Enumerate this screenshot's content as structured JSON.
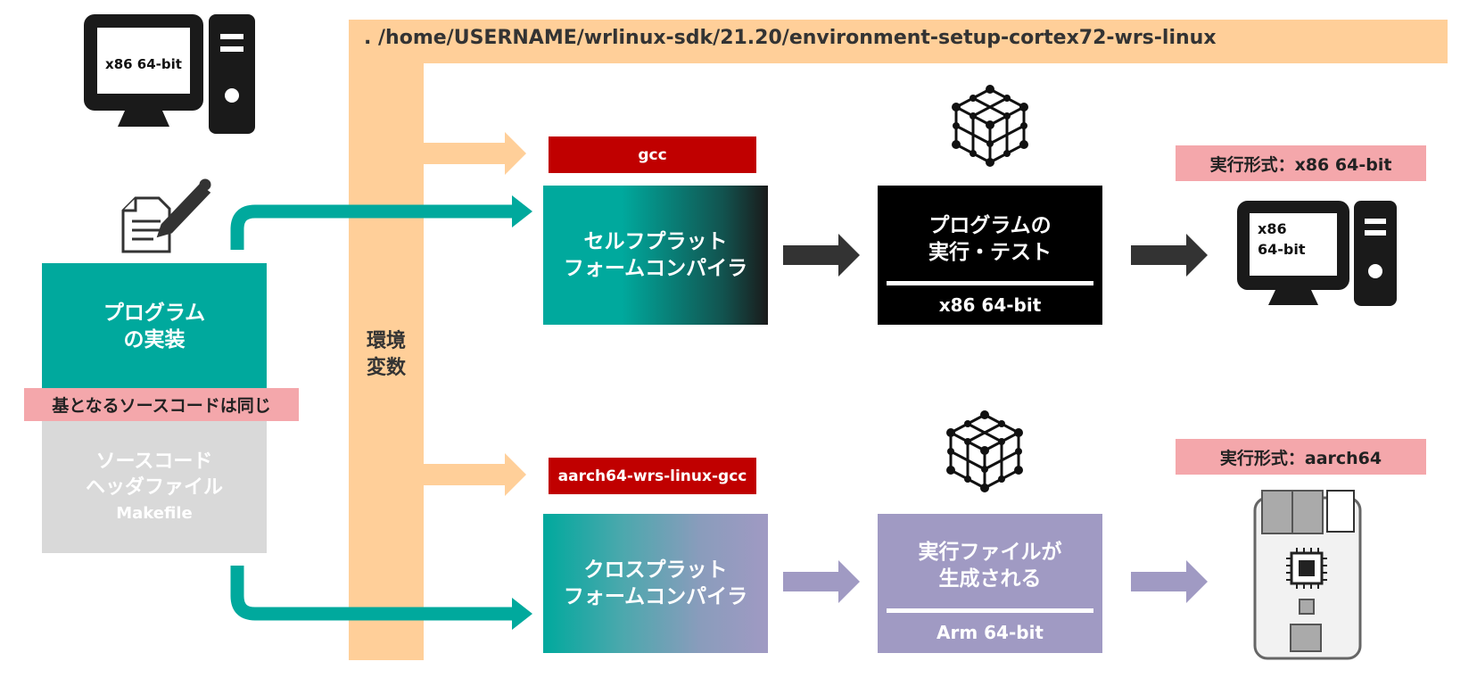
{
  "env": {
    "command": ". /home/USERNAME/wrlinux-sdk/21.20/environment-setup-cortex72-wrs-linux",
    "variable_label": "環境\n変数"
  },
  "host_pc": {
    "label": "x86 64-bit"
  },
  "source": {
    "impl_label": "プログラム\nの実装",
    "same_source_label": "基となるソースコードは同じ",
    "items": [
      "ソースコード",
      "ヘッダファイル",
      "Makefile"
    ]
  },
  "compilers": {
    "self": {
      "tool": "gcc",
      "label": "セルフプラット\nフォームコンパイラ"
    },
    "cross": {
      "tool": "aarch64-wrs-linux-gcc",
      "label": "クロスプラット\nフォームコンパイラ"
    }
  },
  "results": {
    "self": {
      "title": "プログラムの\n実行・テスト",
      "arch": "x86 64-bit"
    },
    "cross": {
      "title": "実行ファイルが\n生成される",
      "arch": "Arm 64-bit"
    }
  },
  "targets": {
    "x86": {
      "format_label": "実行形式：x86 64-bit",
      "pc_label": "x86\n64-bit"
    },
    "aarch64": {
      "format_label": "実行形式：aarch64"
    }
  },
  "colors": {
    "env_orange": "#ffcf99",
    "teal": "#00a99d",
    "red": "#c00000",
    "pink": "#f4a7ab",
    "purple": "#a09ac3",
    "gray": "#d9d9d9",
    "dark_arrow": "#333333"
  },
  "icons": [
    "desktop-computer-icon",
    "document-pencil-icon",
    "cube-network-icon",
    "embedded-board-icon"
  ]
}
